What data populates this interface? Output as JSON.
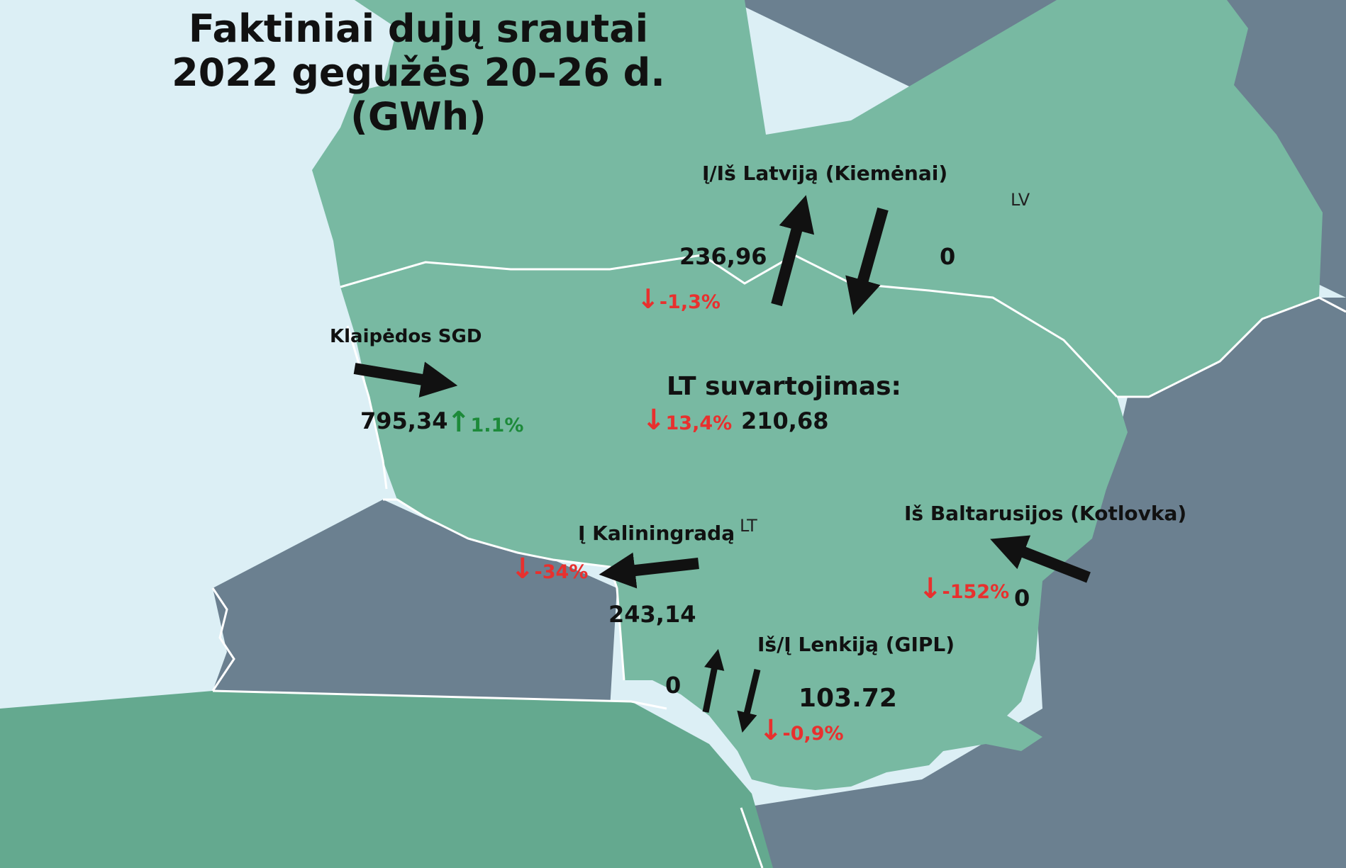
{
  "title": {
    "line1": "Faktiniai dujų srautai",
    "line2": "2022 gegužės 20–26 d.",
    "line3": "(GWh)"
  },
  "colors": {
    "sea": "#dceff5",
    "lithuania": "#78b9a2",
    "latvia": "#78b9a2",
    "poland": "#64a98f",
    "kaliningrad_belarus_russia": "#6b8090",
    "border": "#ffffff",
    "arrow": "#111111",
    "decrease": "#e8302e",
    "increase": "#1d8a3a"
  },
  "countries": {
    "latvia": "LV",
    "lithuania": "LT"
  },
  "latvia_flow": {
    "label": "Į/Iš Latviją (Kiemėnai)",
    "to_latvia": "236,96",
    "to_latvia_change": "-1,3%",
    "from_latvia": "0"
  },
  "klaipeda": {
    "label": "Klaipėdos SGD",
    "value": "795,34",
    "change": "1.1%"
  },
  "consumption": {
    "label": "LT suvartojimas:",
    "change": "13,4%",
    "value": "210,68"
  },
  "kaliningrad": {
    "label": "Į Kaliningradą",
    "change": "-34%",
    "value": "243,14"
  },
  "belarus": {
    "label": "Iš Baltarusijos (Kotlovka)",
    "change": "-152%",
    "value": "0"
  },
  "poland": {
    "label": "Iš/Į Lenkiją (GIPL)",
    "to_poland": "0",
    "from_poland": "103.72",
    "change": "-0,9%"
  },
  "icons": {
    "decrease": "down-arrow-icon",
    "increase": "up-arrow-icon"
  }
}
